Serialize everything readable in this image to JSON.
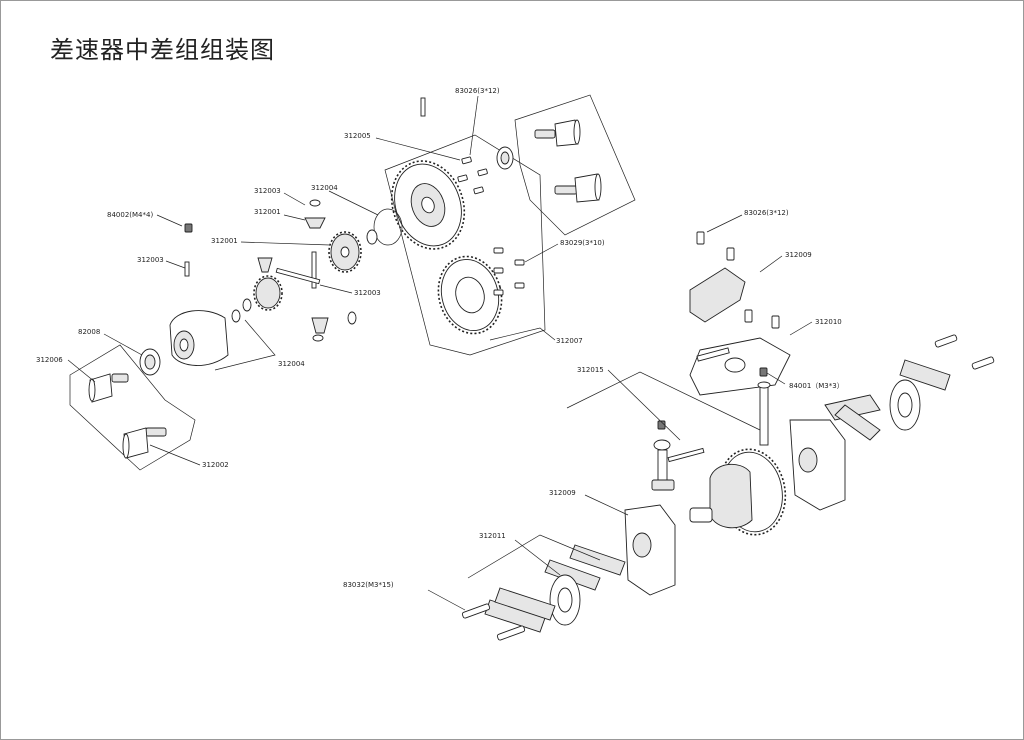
{
  "title": "差速器中差组组装图",
  "parts": {
    "p_83026_top": "83026(3*12)",
    "p_312005": "312005",
    "p_312003_a": "312003",
    "p_312004_a": "312004",
    "p_312001_a": "312001",
    "p_84002": "84002(M4*4)",
    "p_312001_b": "312001",
    "p_312003_b": "312003",
    "p_312003_c": "312003",
    "p_82008": "82008",
    "p_312004_b": "312004",
    "p_312006": "312006",
    "p_312002": "312002",
    "p_83029": "83029(3*10)",
    "p_312007": "312007",
    "p_83026_right": "83026(3*12)",
    "p_312009_a": "312009",
    "p_312010": "312010",
    "p_312015": "312015",
    "p_84001": "84001（M3*3）",
    "p_312009_b": "312009",
    "p_312011": "312011",
    "p_83032": "83032(M3*15)"
  },
  "colors": {
    "line": "#222222",
    "background": "#ffffff"
  }
}
